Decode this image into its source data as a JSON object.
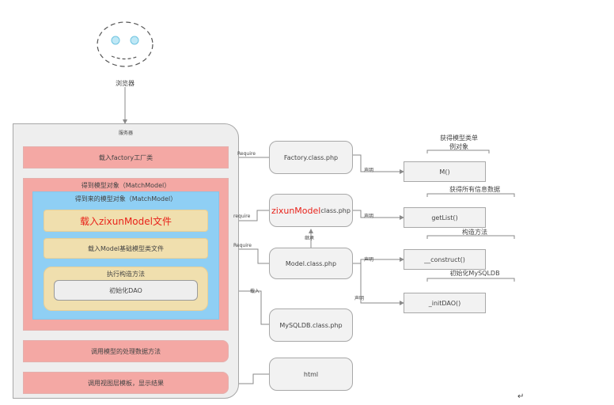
{
  "browser": {
    "label": "浏览器"
  },
  "server": {
    "title": "服务器"
  },
  "left": {
    "load_factory": "载入factory工厂类",
    "get_model": "得到模型对象（MatchModel）",
    "obtained_model": "得到来的模型对象（MatchModel）",
    "load_zixun": "载入zixunModel文件",
    "load_model_base": "载入Model基础模型类文件",
    "exec_construct": "执行构造方法",
    "init_dao": "初始化DAO",
    "call_model": "调用模型的处理数据方法",
    "call_view": "调用视图层模板，显示结果"
  },
  "center": {
    "factory_class": "Factory.class.php",
    "zixun_prefix": "zixunModel",
    "zixun_suffix": "class.php",
    "model_class": "Model.class.php",
    "mysqldb_class": "MySQLDB.class.php",
    "html": "html"
  },
  "edges": {
    "require1": "Require",
    "require2": "require",
    "require3": "Require",
    "load": "载入",
    "inherit": "继承",
    "declare1": "声明",
    "declare2": "声明",
    "declare3": "声明",
    "declare4": "声明"
  },
  "right": {
    "m_func": "M()",
    "m_note_line1": "获得模型类单",
    "m_note_line2": "例对象",
    "getlist": "getList()",
    "getlist_note": "获得所有信息数据",
    "construct": "__construct()",
    "construct_note": "构造方法",
    "initdao": "_initDAO()",
    "initdao_note": "初始化MySQLDB"
  },
  "misc": {
    "return_mark": "↵"
  }
}
